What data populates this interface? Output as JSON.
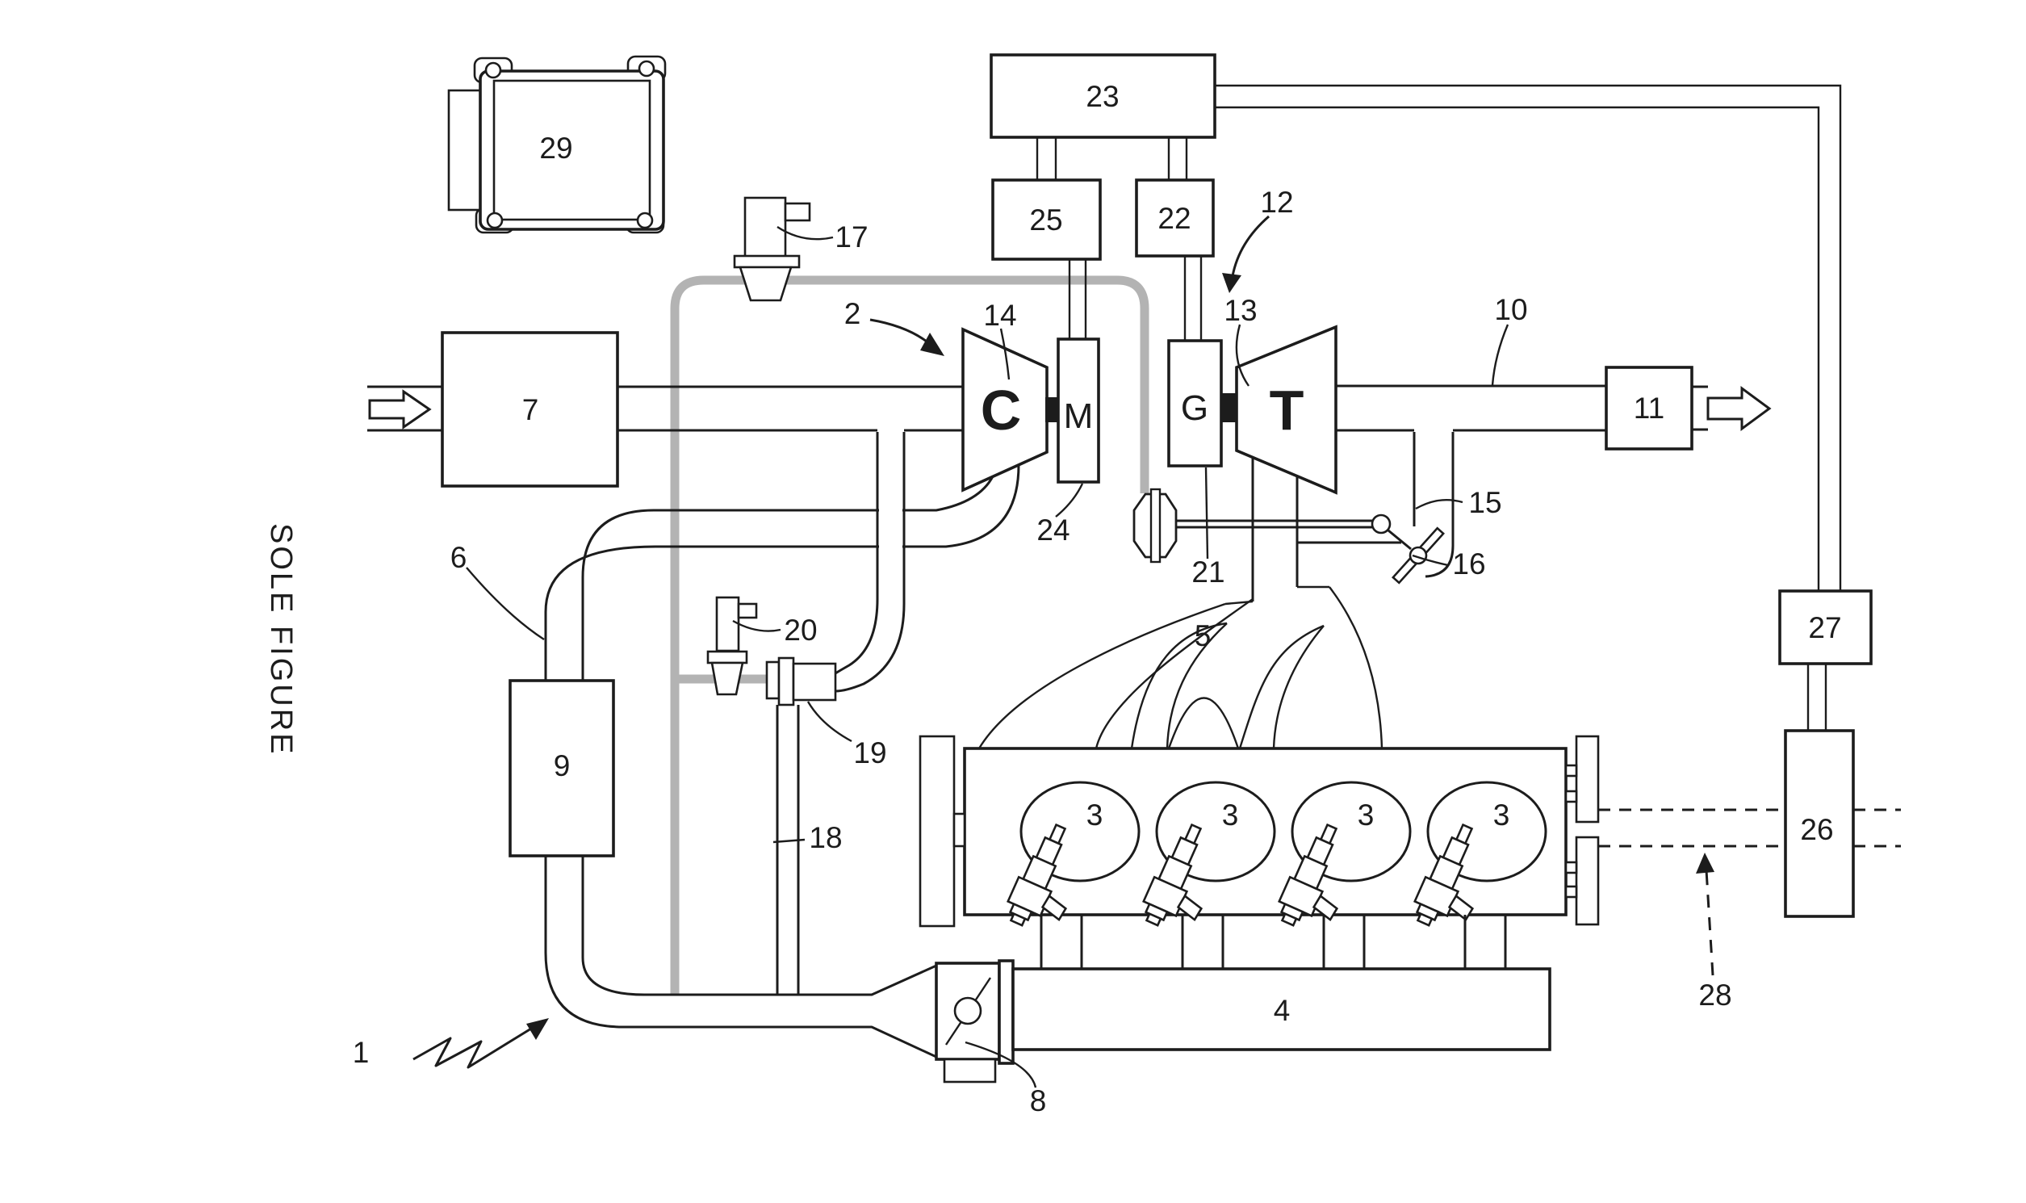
{
  "figure": {
    "caption": "SOLE FIGURE"
  },
  "components": {
    "compressor_letter": "C",
    "motor_letter": "M",
    "generator_letter": "G",
    "turbine_letter": "T"
  },
  "labels": {
    "l1": "1",
    "l2": "2",
    "l3": "3",
    "l4": "4",
    "l5": "5",
    "l6": "6",
    "l7": "7",
    "l8": "8",
    "l9": "9",
    "l10": "10",
    "l11": "11",
    "l12": "12",
    "l13": "13",
    "l14": "14",
    "l15": "15",
    "l16": "16",
    "l17": "17",
    "l18": "18",
    "l19": "19",
    "l20": "20",
    "l21": "21",
    "l22": "22",
    "l23": "23",
    "l24": "24",
    "l25": "25",
    "l26": "26",
    "l27": "27",
    "l28": "28",
    "l29": "29"
  },
  "colors": {
    "line": "#1c1c1c",
    "signal_pipe": "#b3b3b3",
    "background": "#ffffff"
  }
}
